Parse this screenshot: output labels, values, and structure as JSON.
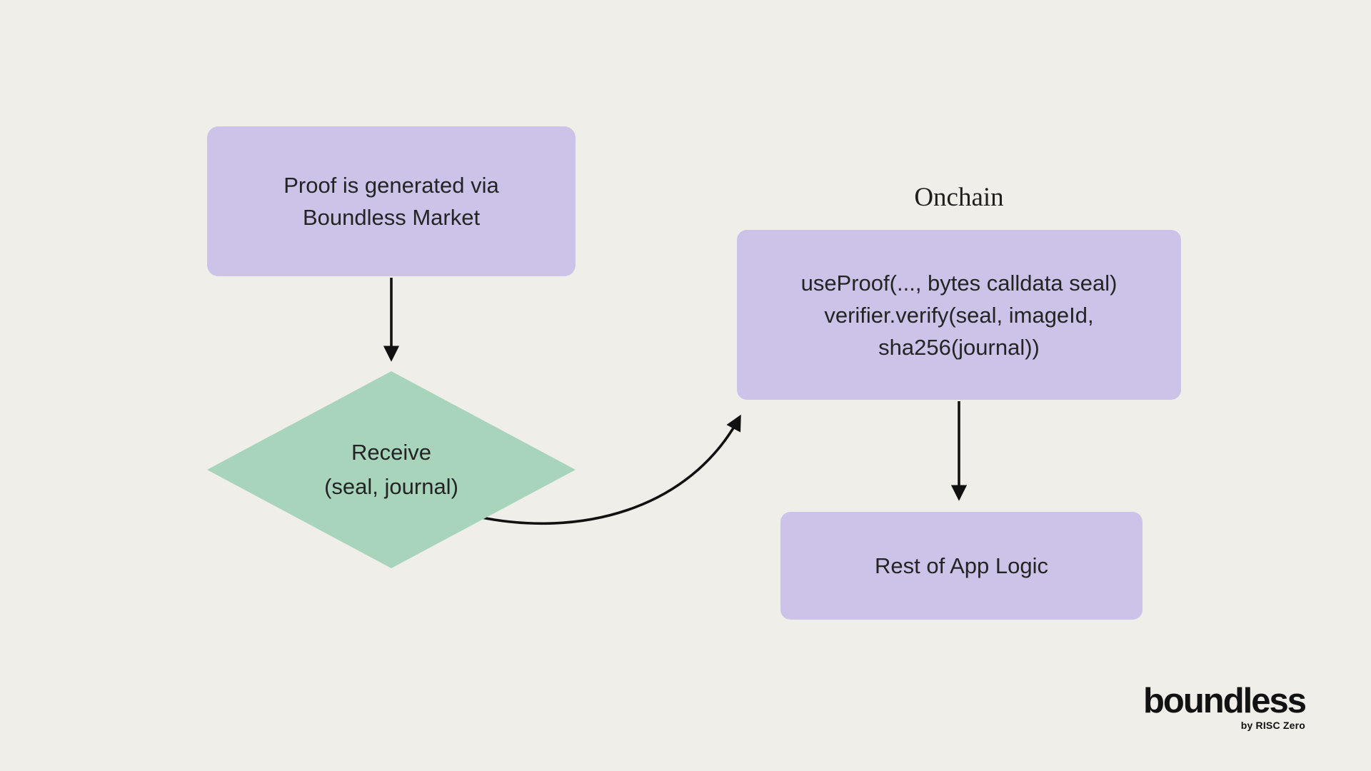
{
  "theme": {
    "background": "#EFEEE9",
    "node-fill": "#CDC3E8",
    "decision-fill": "#A8D4BC",
    "text-color": "#242424",
    "arrow-color": "#111111",
    "logo-color": "#121212"
  },
  "diagram": {
    "nodes": {
      "proof": {
        "line1": "Proof is generated via",
        "line2": "Boundless Market"
      },
      "receive": {
        "line1": "Receive",
        "line2": "(seal, journal)"
      },
      "useproof": {
        "line1": "useProof(..., bytes calldata seal)",
        "line2": "verifier.verify(seal, imageId,",
        "line3": "sha256(journal))"
      },
      "rest": {
        "label": "Rest of App Logic"
      }
    },
    "labels": {
      "onchain": "Onchain"
    },
    "edges": [
      {
        "from": "proof",
        "to": "receive"
      },
      {
        "from": "receive",
        "to": "useproof"
      },
      {
        "from": "useproof",
        "to": "rest"
      }
    ]
  },
  "branding": {
    "wordmark": "boundless",
    "byline": "by RISC Zero"
  }
}
